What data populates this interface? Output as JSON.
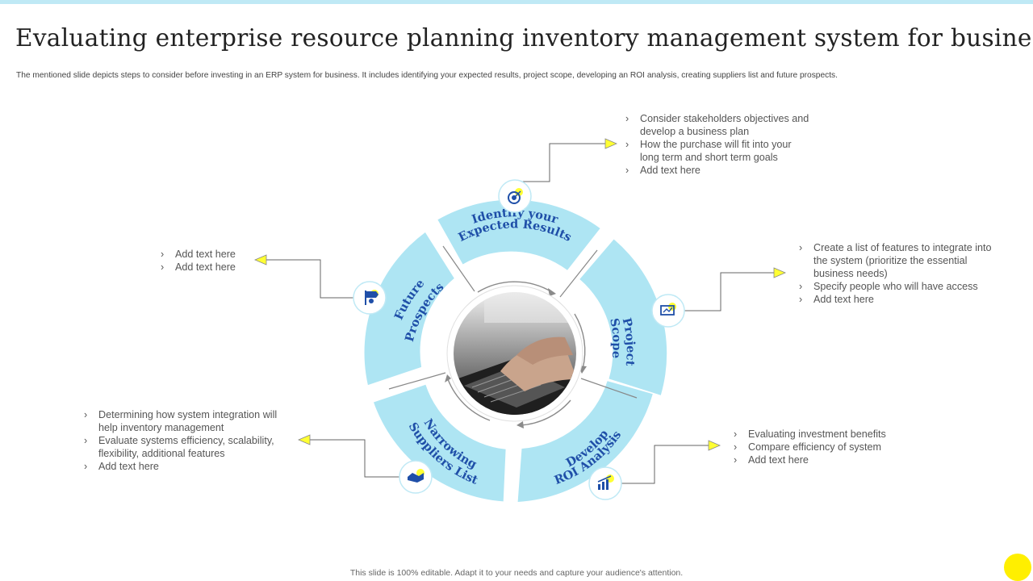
{
  "title": "Evaluating enterprise resource planning inventory management system for business",
  "subtitle": "The mentioned  slide depicts steps to consider before investing in an ERP  system for business. It includes identifying your expected results, project scope, developing an ROI  analysis, creating suppliers list and future prospects.",
  "footer": "This slide is 100% editable.  Adapt it to your needs and capture your audience's attention.",
  "colors": {
    "ring": "#aee5f3",
    "label": "#1f4fa8",
    "arrow_tip": "#ffff33",
    "accent_dot": "#ffef00"
  },
  "segments": {
    "identify": {
      "line1": "Identify your",
      "line2": "Expected Results",
      "icon": "target-icon"
    },
    "scope": {
      "line1": "Project",
      "line2": "Scope",
      "icon": "presentation-screen-icon"
    },
    "roi": {
      "line1": "Develop",
      "line2": "ROI Analysis",
      "icon": "growth-chart-icon"
    },
    "suppliers": {
      "line1": "Narrowing",
      "line2": "Suppliers List",
      "icon": "handshake-icon"
    },
    "future": {
      "line1": "Future",
      "line2": "Prospects",
      "icon": "signpost-icon"
    }
  },
  "points": {
    "identify": [
      "Consider stakeholders objectives and develop  a business plan",
      "How the purchase will fit into your long term and short term goals",
      "Add text here"
    ],
    "scope": [
      "Create  a list of features  to integrate into the system (prioritize  the essential business needs)",
      "Specify people who will have access",
      "Add text here"
    ],
    "roi": [
      "Evaluating investment benefits",
      "Compare  efficiency of system",
      "Add text here"
    ],
    "suppliers": [
      "Determining  how system integration  will help inventory  management",
      "Evaluate  systems efficiency, scalability, flexibility,  additional features",
      "Add text here"
    ],
    "future": [
      "Add text here",
      "Add text here"
    ]
  }
}
